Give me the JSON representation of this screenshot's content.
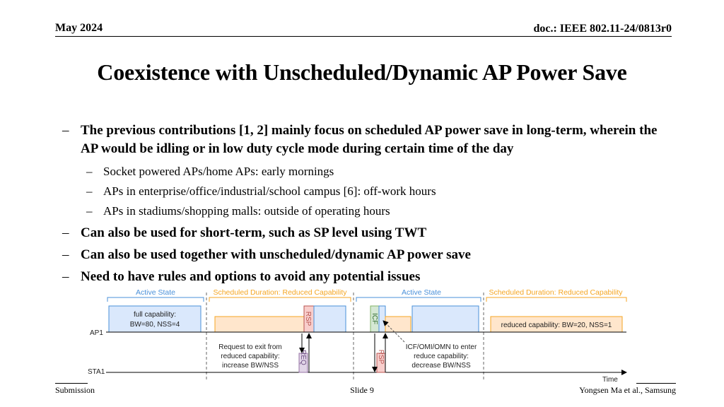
{
  "header": {
    "date": "May 2024",
    "doc_id": "doc.: IEEE 802.11-24/0813r0"
  },
  "title": "Coexistence with Unscheduled/Dynamic AP Power Save",
  "bullets": [
    {
      "level": 1,
      "text": "The previous contributions [1, 2] mainly focus on scheduled AP power save in long-term, wherein the AP would be idling or in low duty cycle mode during certain time of the day"
    },
    {
      "level": 2,
      "text": "Socket powered APs/home APs: early mornings"
    },
    {
      "level": 2,
      "text": "APs in enterprise/office/industrial/school campus [6]: off-work hours"
    },
    {
      "level": 2,
      "text": "APs in stadiums/shopping malls: outside of operating hours"
    },
    {
      "level": 1,
      "text": "Can also be used for short-term, such as SP level using TWT"
    },
    {
      "level": 1,
      "text": "Can also be used together with unscheduled/dynamic AP power save"
    },
    {
      "level": 1,
      "text": "Need to have rules and options to avoid any potential issues"
    }
  ],
  "diagram": {
    "labels": {
      "active_state_1": "Active State",
      "scheduled_1": "Scheduled Duration: Reduced Capability",
      "active_state_2": "Active State",
      "scheduled_2": "Scheduled Duration: Reduced Capability",
      "ap1": "AP1",
      "sta1": "STA1",
      "time": "Time"
    },
    "full_capability": {
      "line1": "full capability:",
      "line2": "BW=80, NSS=4"
    },
    "reduced_capability": "reduced capability: BW=20, NSS=1",
    "frames": {
      "rsp1": "RSP",
      "req": "REQ",
      "icf": "ICF",
      "rsp2": "RSP"
    },
    "note_exit": {
      "line1": "Request to exit from",
      "line2": "reduced capability:",
      "line3": "increase BW/NSS"
    },
    "note_enter": {
      "line1": "ICF/OMI/OMN to enter",
      "line2": "reduce capability:",
      "line3": "decrease BW/NSS"
    },
    "colors": {
      "active": "#4a90d9",
      "active_fill": "#dae8fc",
      "reduced": "#f5a623",
      "reduced_fill": "#ffe6cc",
      "rsp_fill": "#f8cecc",
      "rsp_stroke": "#b85450",
      "req_fill": "#e1d5e7",
      "req_stroke": "#9673a6",
      "icf_fill": "#d5e8d4",
      "icf_stroke": "#82b366"
    }
  },
  "footer": {
    "left": "Submission",
    "center": "Slide 9",
    "right": "Yongsen Ma et al., Samsung"
  }
}
